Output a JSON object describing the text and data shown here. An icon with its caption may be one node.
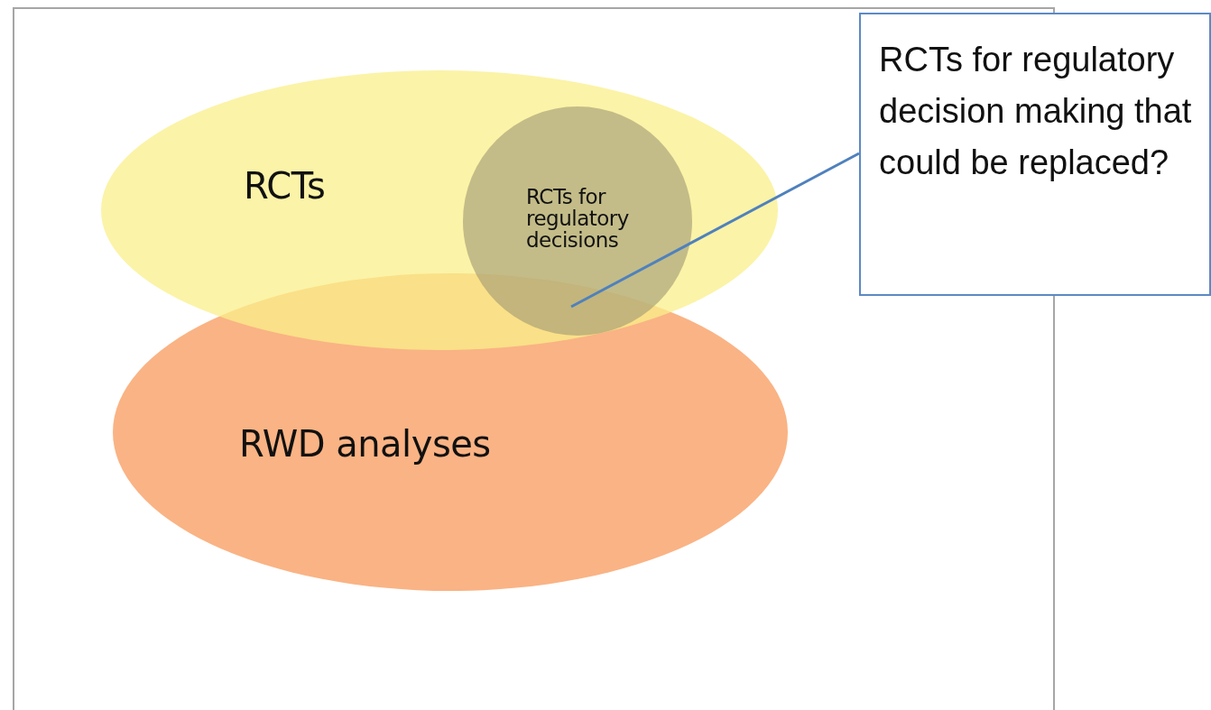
{
  "diagram": {
    "nodes": [
      {
        "text": [
          "RCTs"
        ]
      },
      {
        "text": [
          "RWD analyses"
        ]
      },
      {
        "text": [
          "RCTs for regulatory decisions"
        ],
        "in": 0
      },
      {
        "text": [
          "RCTs for regulatory decision making that could be replaced?"
        ]
      }
    ],
    "edges": [
      {
        "from": 3,
        "to": 2,
        "arrow": "none"
      }
    ]
  }
}
